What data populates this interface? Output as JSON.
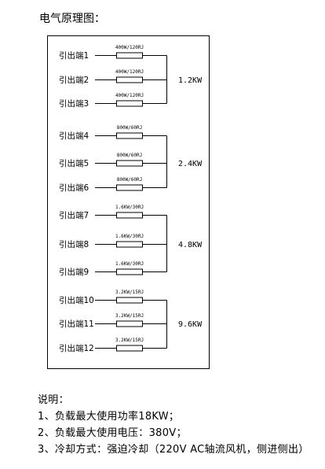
{
  "title": "电气原理图：",
  "groups": [
    {
      "total": "1.2KW",
      "terminals": [
        {
          "label": "引出端1",
          "resistor": "400W/120RJ"
        },
        {
          "label": "引出端2",
          "resistor": "400W/120RJ"
        },
        {
          "label": "引出端3",
          "resistor": "400W/120RJ"
        }
      ]
    },
    {
      "total": "2.4KW",
      "terminals": [
        {
          "label": "引出端4",
          "resistor": "800W/60RJ"
        },
        {
          "label": "引出端5",
          "resistor": "800W/60RJ"
        },
        {
          "label": "引出端6",
          "resistor": "800W/60RJ"
        }
      ]
    },
    {
      "total": "4.8KW",
      "terminals": [
        {
          "label": "引出端7",
          "resistor": "1.6KW/30RJ"
        },
        {
          "label": "引出端8",
          "resistor": "1.6KW/30RJ"
        },
        {
          "label": "引出端9",
          "resistor": "1.6KW/30RJ"
        }
      ]
    },
    {
      "total": "9.6KW",
      "terminals": [
        {
          "label": "引出端10",
          "resistor": "3.2KW/15RJ"
        },
        {
          "label": "引出端11",
          "resistor": "3.2KW/15RJ"
        },
        {
          "label": "引出端12",
          "resistor": "3.2KW/15RJ"
        }
      ]
    }
  ],
  "notes": {
    "heading": "说明：",
    "items": [
      "1、负载最大使用功率18KW；",
      "2、负载最大使用电压：380V；",
      "3、冷却方式：强迫冷却（220V AC轴流风机，侧进侧出）"
    ]
  }
}
